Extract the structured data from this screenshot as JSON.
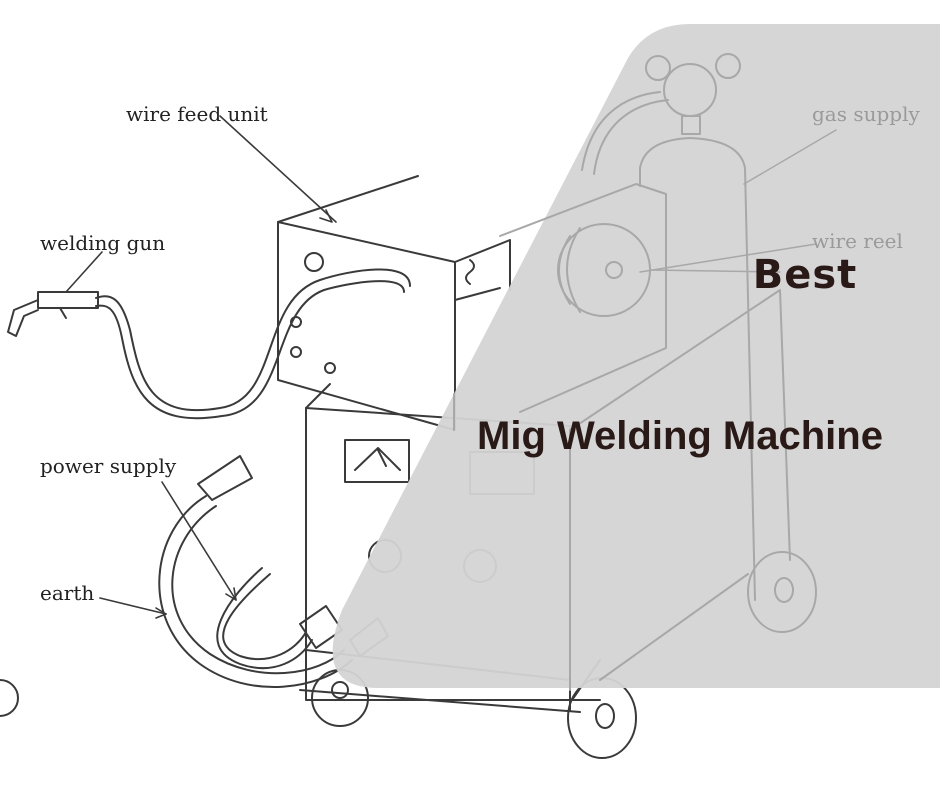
{
  "labels": {
    "wire_feed_unit": "wire feed unit",
    "welding_gun": "welding gun",
    "power_supply": "power supply",
    "earth": "earth",
    "gas_supply": "gas supply",
    "wire_reel": "wire reel"
  },
  "headline": {
    "best": "Best",
    "title": "Mig Welding Machine"
  },
  "colors": {
    "overlay": "#d4d4d4",
    "headline_text": "#2a1a17",
    "line": "#3a3a3a"
  }
}
